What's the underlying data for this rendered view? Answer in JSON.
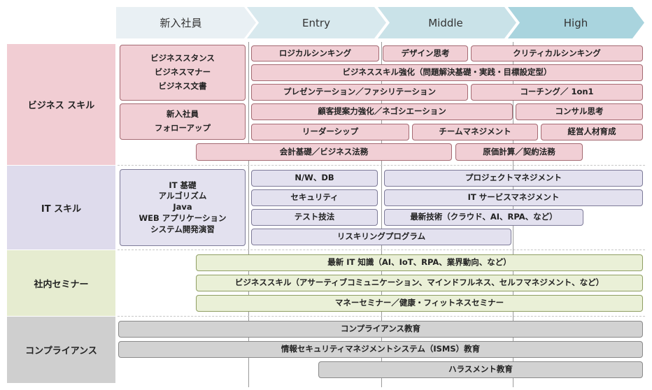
{
  "stages": [
    "新入社員",
    "Entry",
    "Middle",
    "High"
  ],
  "colors": {
    "stage_1": "#e9f0f4",
    "stage_2": "#d8e9ee",
    "stage_3": "#c9e2e8",
    "stage_4": "#a9d4de",
    "business_band": "#f1cdd3",
    "business_box": "#f1cfd5",
    "it_band": "#dedbec",
    "it_box": "#e3e1ef",
    "seminar_band": "#e6ecd0",
    "seminar_box": "#eaf0d7",
    "compliance_band": "#cfcfcf",
    "compliance_box": "#d2d2d2"
  },
  "categories": {
    "business": "ビジネス スキル",
    "it": "IT スキル",
    "seminar": "社内セミナー",
    "compliance": "コンプライアンス"
  },
  "business": {
    "newhire_block1": [
      "ビジネススタンス",
      "ビジネスマナー",
      "ビジネス文書"
    ],
    "newhire_block2": [
      "新入社員",
      "フォローアップ"
    ],
    "logical_thinking": "ロジカルシンキング",
    "design_thinking": "デザイン思考",
    "critical_thinking": "クリティカルシンキング",
    "skill_strengthening": "ビジネススキル強化（問題解決基礎・実践・目標設定型）",
    "presentation": "プレゼンテーション／ファシリテーション",
    "coaching": "コーチング／ 1on1",
    "proposal": "顧客提案力強化／ネゴシエーション",
    "consulting": "コンサル思考",
    "leadership": "リーダーシップ",
    "team_management": "チームマネジメント",
    "executive": "経営人材育成",
    "accounting": "会計基礎／ビジネス法務",
    "costing": "原価計算／契約法務"
  },
  "it": {
    "newhire_block": [
      "IT 基礎",
      "アルゴリズム",
      "Java",
      "WEB アプリケーション",
      "システム開発演習"
    ],
    "nw_db": "N/W、DB",
    "project_management": "プロジェクトマネジメント",
    "security": "セキュリティ",
    "it_service": "IT サービスマネジメント",
    "testing": "テスト技法",
    "latest_tech": "最新技術（クラウド、AI、RPA、など）",
    "reskilling": "リスキリングプログラム"
  },
  "seminar": {
    "it_knowledge": "最新 IT 知識（AI、IoT、RPA、業界動向、など）",
    "business_skill": "ビジネススキル（アサーティブコミュニケーション、マインドフルネス、セルフマネジメント、など）",
    "money_health": "マネーセミナー／健康・フィットネスセミナー"
  },
  "compliance": {
    "education": "コンプライアンス教育",
    "isms": "情報セキュリティマネジメントシステム（ISMS）教育",
    "harassment": "ハラスメント教育"
  }
}
